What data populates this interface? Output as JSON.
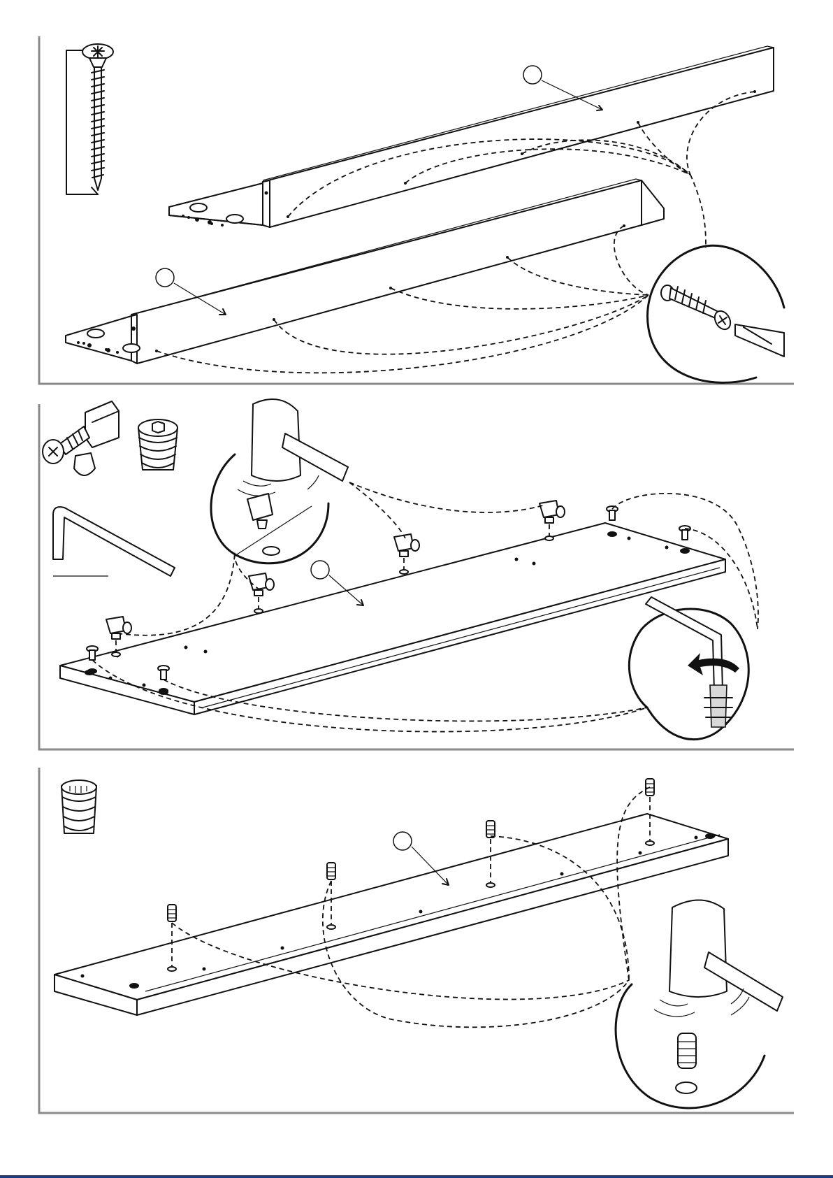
{
  "document": {
    "type": "assembly-instructions-page",
    "steps": [
      {
        "name": "step-screw-rails",
        "hardware": [
          "long-wood-screw-icon"
        ],
        "tool": "phillips-screwdriver-icon"
      },
      {
        "name": "step-cam-locks-and-inserts",
        "hardware": [
          "cam-lock-bolt-icon",
          "threaded-insert-icon",
          "allen-key-icon"
        ],
        "tool": "mallet-icon"
      },
      {
        "name": "step-dowels",
        "hardware": [
          "dowel-icon"
        ],
        "tool": "mallet-icon"
      }
    ]
  },
  "colors": {
    "line": "#111111",
    "frame": "#8a8a8a",
    "bottom_strip": "#1f3c8a"
  }
}
